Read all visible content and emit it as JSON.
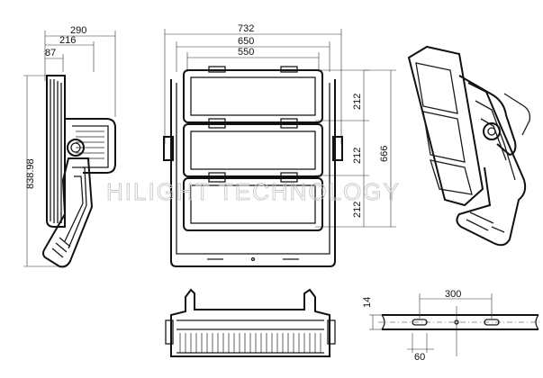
{
  "watermark": "HILIGHT TECHNOLOGY",
  "side_view": {
    "dims": {
      "overall_depth": "290",
      "mid_depth": "216",
      "front_depth": "87",
      "height": "838.98"
    }
  },
  "front_view": {
    "dims": {
      "overall_width": "732",
      "bracket_width": "650",
      "panel_width": "550",
      "panel_h1": "212",
      "panel_h2": "212",
      "panel_h3": "212",
      "total_height": "666"
    }
  },
  "bracket_detail": {
    "dims": {
      "hole_spacing": "300",
      "thickness": "14",
      "slot_width": "60"
    }
  },
  "colors": {
    "line": "#1a1a1a",
    "watermark": "#c8c8c8",
    "background": "#ffffff"
  }
}
